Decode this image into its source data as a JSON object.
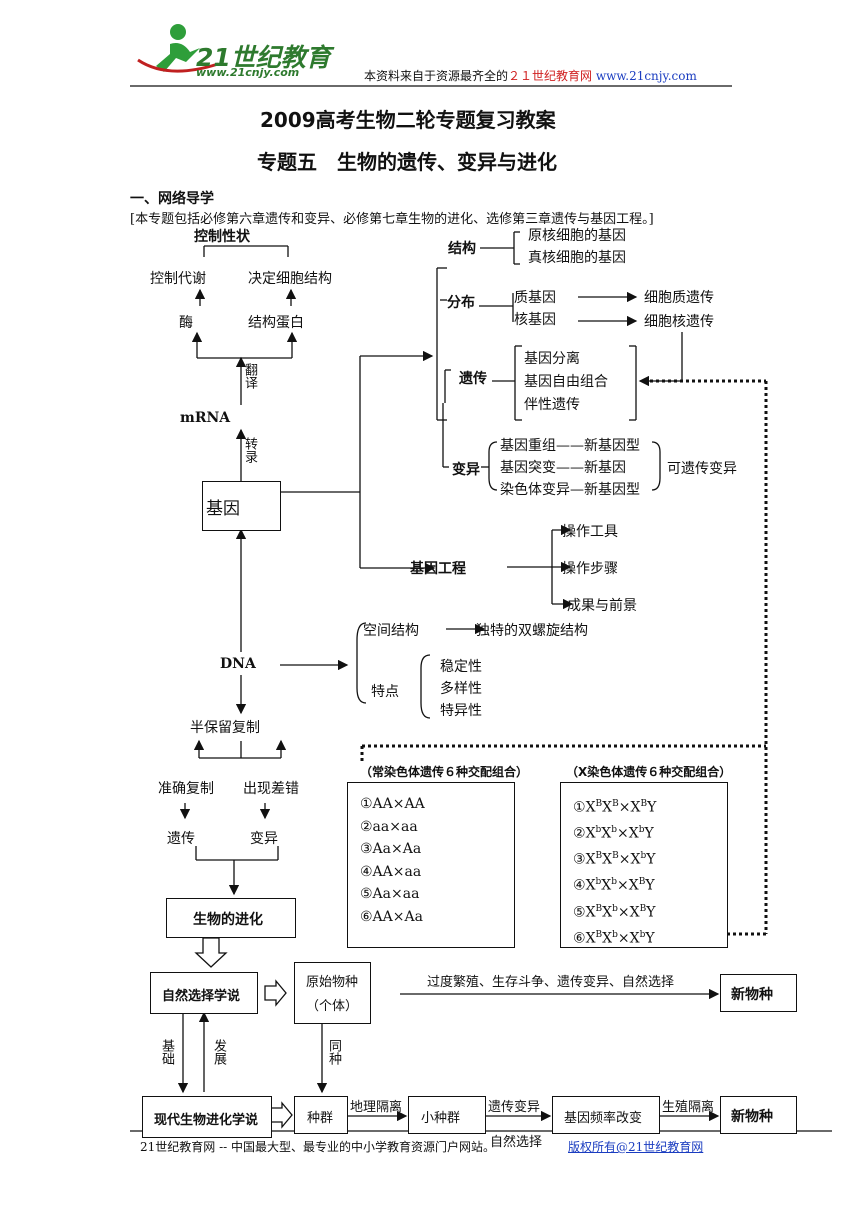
{
  "header": {
    "logo_text": "21世纪教育",
    "logo_url": "www.21cnjy.com",
    "source_prefix": "本资料来自于资源最齐全的",
    "source_site": "２１世纪教育网",
    "source_url": "www.21cnjy.com"
  },
  "title": {
    "main": "2009高考生物二轮专题复习教案",
    "sub": "专题五　生物的遗传、变异与进化"
  },
  "section": {
    "heading": "一、网络导学",
    "intro": "[本专题包括必修第六章遗传和变异、必修第七章生物的进化、选修第三章遗传与基因工程。]"
  },
  "left_chain": {
    "control_traits": "控制性状",
    "control_metabolism": "控制代谢",
    "determine_structure": "决定细胞结构",
    "enzyme": "酶",
    "structural_protein": "结构蛋白",
    "translation": "翻译",
    "mrna": "mRNA",
    "transcription": "转录",
    "gene": "基因",
    "dna": "DNA",
    "semi_conservative": "半保留复制",
    "accurate_copy": "准确复制",
    "copy_error": "出现差错",
    "heredity": "遗传",
    "variation": "变异",
    "evolution": "生物的进化"
  },
  "right_tree": {
    "structure": "结构",
    "prokaryote_gene": "原核细胞的基因",
    "eukaryote_gene": "真核细胞的基因",
    "distribution": "分布",
    "cytoplasmic_gene": "质基因",
    "nuclear_gene": "核基因",
    "cytoplasmic_inheritance": "细胞质遗传",
    "nuclear_inheritance": "细胞核遗传",
    "inheritance": "遗传",
    "segregation": "基因分离",
    "free_combination": "基因自由组合",
    "sex_linked": "伴性遗传",
    "variation": "变异",
    "recombination": "基因重组——新基因型",
    "mutation": "基因突变——新基因",
    "chromosome_variation": "染色体变异—新基因型",
    "heritable_variation": "可遗传变异",
    "genetic_engineering": "基因工程",
    "tools": "操作工具",
    "steps": "操作步骤",
    "results": "成果与前景",
    "spatial_structure": "空间结构",
    "double_helix": "独特的双螺旋结构",
    "features": "特点",
    "stability": "稳定性",
    "diversity": "多样性",
    "specificity": "特异性"
  },
  "crosses": {
    "autosomal_title": "（常染色体遗传６种交配组合）",
    "x_title": "（X染色体遗传６种交配组合）",
    "autosomal": [
      "①AA×AA",
      "②aa×aa",
      "③Aa×Aa",
      "④AA×aa",
      "⑤Aa×aa",
      "⑥AA×Aa"
    ],
    "x_linked": [
      {
        "n": "①",
        "a": "X",
        "as": "B",
        "b": "X",
        "bs": "B",
        "c": "X",
        "cs": "B",
        "d": "Y"
      },
      {
        "n": "②",
        "a": "X",
        "as": "b",
        "b": "X",
        "bs": "b",
        "c": "X",
        "cs": "b",
        "d": "Y"
      },
      {
        "n": "③",
        "a": "X",
        "as": "B",
        "b": "X",
        "bs": "B",
        "c": "X",
        "cs": "b",
        "d": "Y"
      },
      {
        "n": "④",
        "a": "X",
        "as": "b",
        "b": "X",
        "bs": "b",
        "c": "X",
        "cs": "B",
        "d": "Y"
      },
      {
        "n": "⑤",
        "a": "X",
        "as": "B",
        "b": "X",
        "bs": "b",
        "c": "X",
        "cs": "B",
        "d": "Y"
      },
      {
        "n": "⑥",
        "a": "X",
        "as": "B",
        "b": "X",
        "bs": "b",
        "c": "X",
        "cs": "b",
        "d": "Y"
      }
    ]
  },
  "evolution": {
    "natural_selection": "自然选择学说",
    "original_species": "原始物种",
    "individual": "（个体）",
    "process": "过度繁殖、生存斗争、遗传变异、自然选择",
    "new_species_1": "新物种",
    "basis": "基础",
    "develop": "发展",
    "same_species": "同种",
    "modern_theory": "现代生物进化学说",
    "population": "种群",
    "geo_isolation": "地理隔离",
    "small_population": "小种群",
    "genetic_variation": "遗传变异",
    "natural_selection_2": "自然选择",
    "gene_frequency": "基因频率改变",
    "reproductive_isolation": "生殖隔离",
    "new_species_2": "新物种"
  },
  "footer": {
    "left": "21世纪教育网 -- 中国最大型、最专业的中小学教育资源门户网站。",
    "right": "版权所有@21世纪教育网"
  }
}
